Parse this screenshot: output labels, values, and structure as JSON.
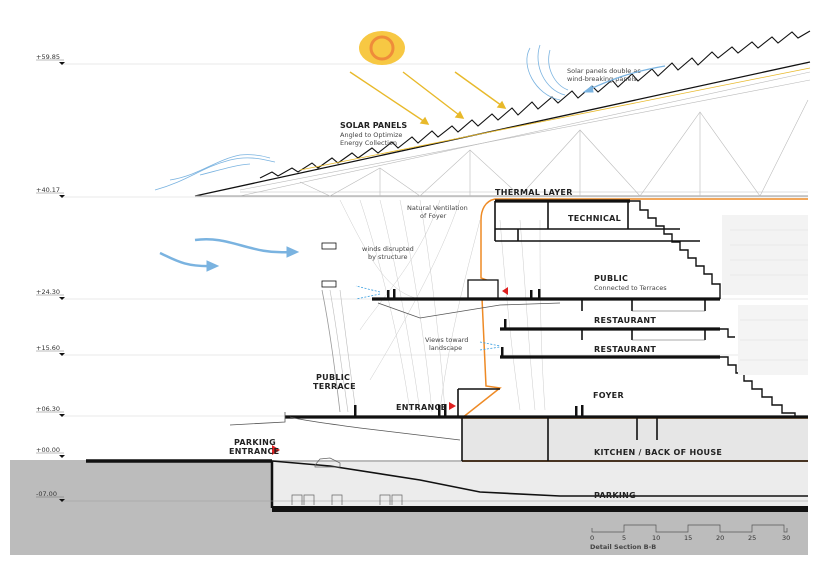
{
  "title": "Detail Section B-B",
  "levels": [
    "+59.85",
    "+40.17",
    "+24.30",
    "+15.60",
    "+06.30",
    "+00.00",
    "-07.00"
  ],
  "annotations": {
    "solar_heading": "SOLAR PANELS",
    "solar_line1": "Angled to Optimize",
    "solar_line2": "Energy Collection",
    "wind_line1": "Solar panels double as",
    "wind_line2": "wind-breaking panels",
    "vent_line1": "Natural Ventilation",
    "vent_line2": "of Foyer",
    "winds_line1": "winds disrupted",
    "winds_line2": "by structure",
    "views_line1": "Views toward",
    "views_line2": "landscape"
  },
  "rooms": {
    "thermal": "THERMAL LAYER",
    "technical": "TECHNICAL",
    "public": "PUBLIC",
    "public_sub": "Connected to Terraces",
    "restaurant1": "RESTAURANT",
    "restaurant2": "RESTAURANT",
    "public_terrace1": "PUBLIC",
    "public_terrace2": "TERRACE",
    "entrance": "ENTRANCE",
    "foyer": "FOYER",
    "kitchen": "KITCHEN / BACK OF HOUSE",
    "parking_entrance1": "PARKING",
    "parking_entrance2": "ENTRANCE",
    "parking": "PARKING"
  },
  "scale_bar": {
    "ticks": [
      "0",
      "5",
      "10",
      "15",
      "20",
      "25",
      "30"
    ],
    "caption": "Detail Section B-B"
  },
  "colors": {
    "sun": "#f7c843",
    "sun_ring": "#ef8c3a",
    "ray": "#e8b92a",
    "wind": "#7ab3e0",
    "thermal": "#ee8a25",
    "arrow_red": "#e02020",
    "ground": "#b9b9b9"
  }
}
